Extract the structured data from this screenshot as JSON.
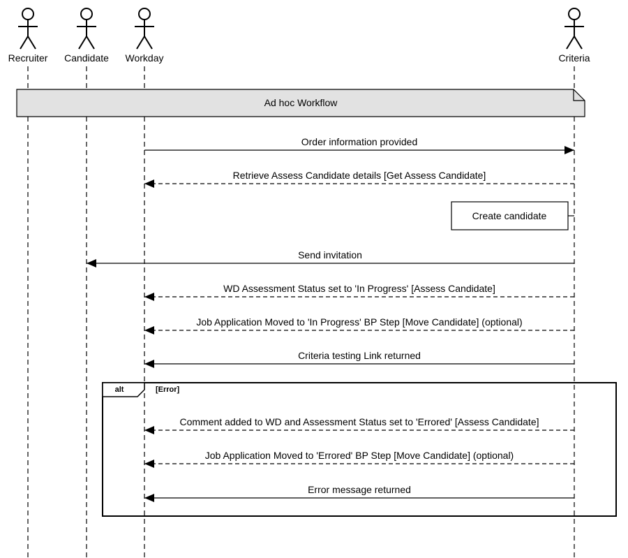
{
  "actors": [
    {
      "id": "recruiter",
      "name": "Recruiter"
    },
    {
      "id": "candidate",
      "name": "Candidate"
    },
    {
      "id": "workday",
      "name": "Workday"
    },
    {
      "id": "criteria",
      "name": "Criteria"
    }
  ],
  "note": {
    "text": "Ad hoc Workflow"
  },
  "messages": [
    {
      "from": "workday",
      "to": "criteria",
      "style": "solid",
      "text": "Order information provided"
    },
    {
      "from": "criteria",
      "to": "workday",
      "style": "dashed",
      "text": "Retrieve Assess Candidate details [Get Assess Candidate]"
    },
    {
      "from": "criteria",
      "to": "candidate",
      "style": "solid",
      "text": "Send invitation"
    },
    {
      "from": "criteria",
      "to": "workday",
      "style": "dashed",
      "text": "WD Assessment Status set to 'In Progress' [Assess Candidate]"
    },
    {
      "from": "criteria",
      "to": "workday",
      "style": "dashed",
      "text": "Job Application Moved to 'In Progress' BP Step [Move Candidate] (optional)"
    },
    {
      "from": "criteria",
      "to": "workday",
      "style": "solid",
      "text": "Criteria testing Link returned"
    },
    {
      "from": "criteria",
      "to": "workday",
      "style": "dashed",
      "text": "Comment added to WD and Assessment Status set to 'Errored' [Assess Candidate]"
    },
    {
      "from": "criteria",
      "to": "workday",
      "style": "dashed",
      "text": "Job Application Moved to 'Errored' BP Step [Move Candidate] (optional)"
    },
    {
      "from": "criteria",
      "to": "workday",
      "style": "solid",
      "text": "Error message returned"
    }
  ],
  "self_action": {
    "actor": "criteria",
    "text": "Create candidate"
  },
  "alt_frame": {
    "operator": "alt",
    "guard": "[Error]"
  },
  "colors": {
    "line": "#000000",
    "note_fill": "#e2e2e2",
    "background": "#ffffff"
  }
}
